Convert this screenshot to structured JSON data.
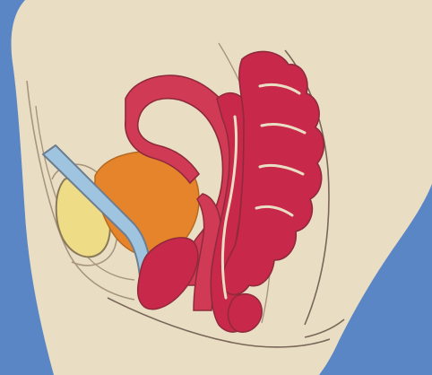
{
  "figure": {
    "colors": {
      "background": "#5b86c6",
      "body": "#e9dec3",
      "outline": "#7a6658",
      "light_outline": "#a89580",
      "bladder": "#e5842a",
      "bladder_highlight": "#f19a3d",
      "uterus": "#d13a55",
      "uterus_dark": "#b91f42",
      "rectum": "#c8284a",
      "bone": "#eedc86",
      "catheter": "#9ec4df"
    },
    "structures": [
      {
        "name": "pubic-bone"
      },
      {
        "name": "bladder"
      },
      {
        "name": "catheter"
      },
      {
        "name": "uterus"
      },
      {
        "name": "vaginal-canal"
      },
      {
        "name": "rectum"
      },
      {
        "name": "sigmoid-colon"
      }
    ]
  }
}
